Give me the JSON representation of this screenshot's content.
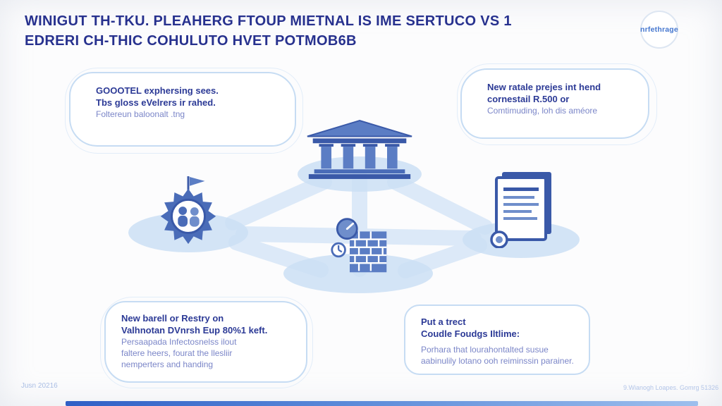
{
  "title": {
    "line1": "WINIGUT TH-TKU. PLEAHERG FTOUP MIETNAL IS IME SERTUCO VS 1",
    "line2": "EDRERI CH-THIC COHULUTO HVET POTMOB6B"
  },
  "logo": {
    "text": "nrfethrage"
  },
  "callouts": {
    "top_left": {
      "bold": [
        "GOOOTEL exphersing sees.",
        "Tbs gloss eVelrers ir rahed."
      ],
      "body": [
        "Foltereun baloonalt .tng"
      ]
    },
    "top_right": {
      "bold": [
        "New ratale prejes int hend",
        "cornestail R.500 or"
      ],
      "body": [
        "Comtimuding, loh dis améore"
      ]
    },
    "bottom_left": {
      "bold": [
        "New barell or Restry on",
        "Valhnotan DVnrsh Eup 80%1 keft."
      ],
      "body": [
        "Persaapada Infectosnelss ilout",
        "faltere heers, fourat the llesliir",
        "nemperters and handing"
      ]
    },
    "bottom_right": {
      "bold": [
        "Put a trect",
        "Coudle Foudgs Iltlime:"
      ],
      "body": [
        "Porhara that lourahontalted susue",
        "aabinulily lotano ooh reiminssin parainer."
      ]
    }
  },
  "icons": {
    "center_top": "bank-building-icon",
    "left": "badge-star-icon",
    "center_bottom": "brick-wall-gauge-icon",
    "right": "documents-icon"
  },
  "footer": {
    "left": "Jusn 20216",
    "right": "9.Wianogh Loapes. Gomrg 51326"
  },
  "colors": {
    "title": "#27318e",
    "heading": "#2c3a96",
    "body_text": "#7b86c8",
    "bubble_border": "#c6dcf3",
    "ribbon": "#dbe9f8",
    "ellipse": "#cbdff4",
    "icon_primary": "#4a6cb8",
    "icon_dark": "#3a59a8",
    "icon_light": "#6f8ecb",
    "bottom_bar_start": "#2f5fc6",
    "bottom_bar_end": "#9dbfed"
  }
}
